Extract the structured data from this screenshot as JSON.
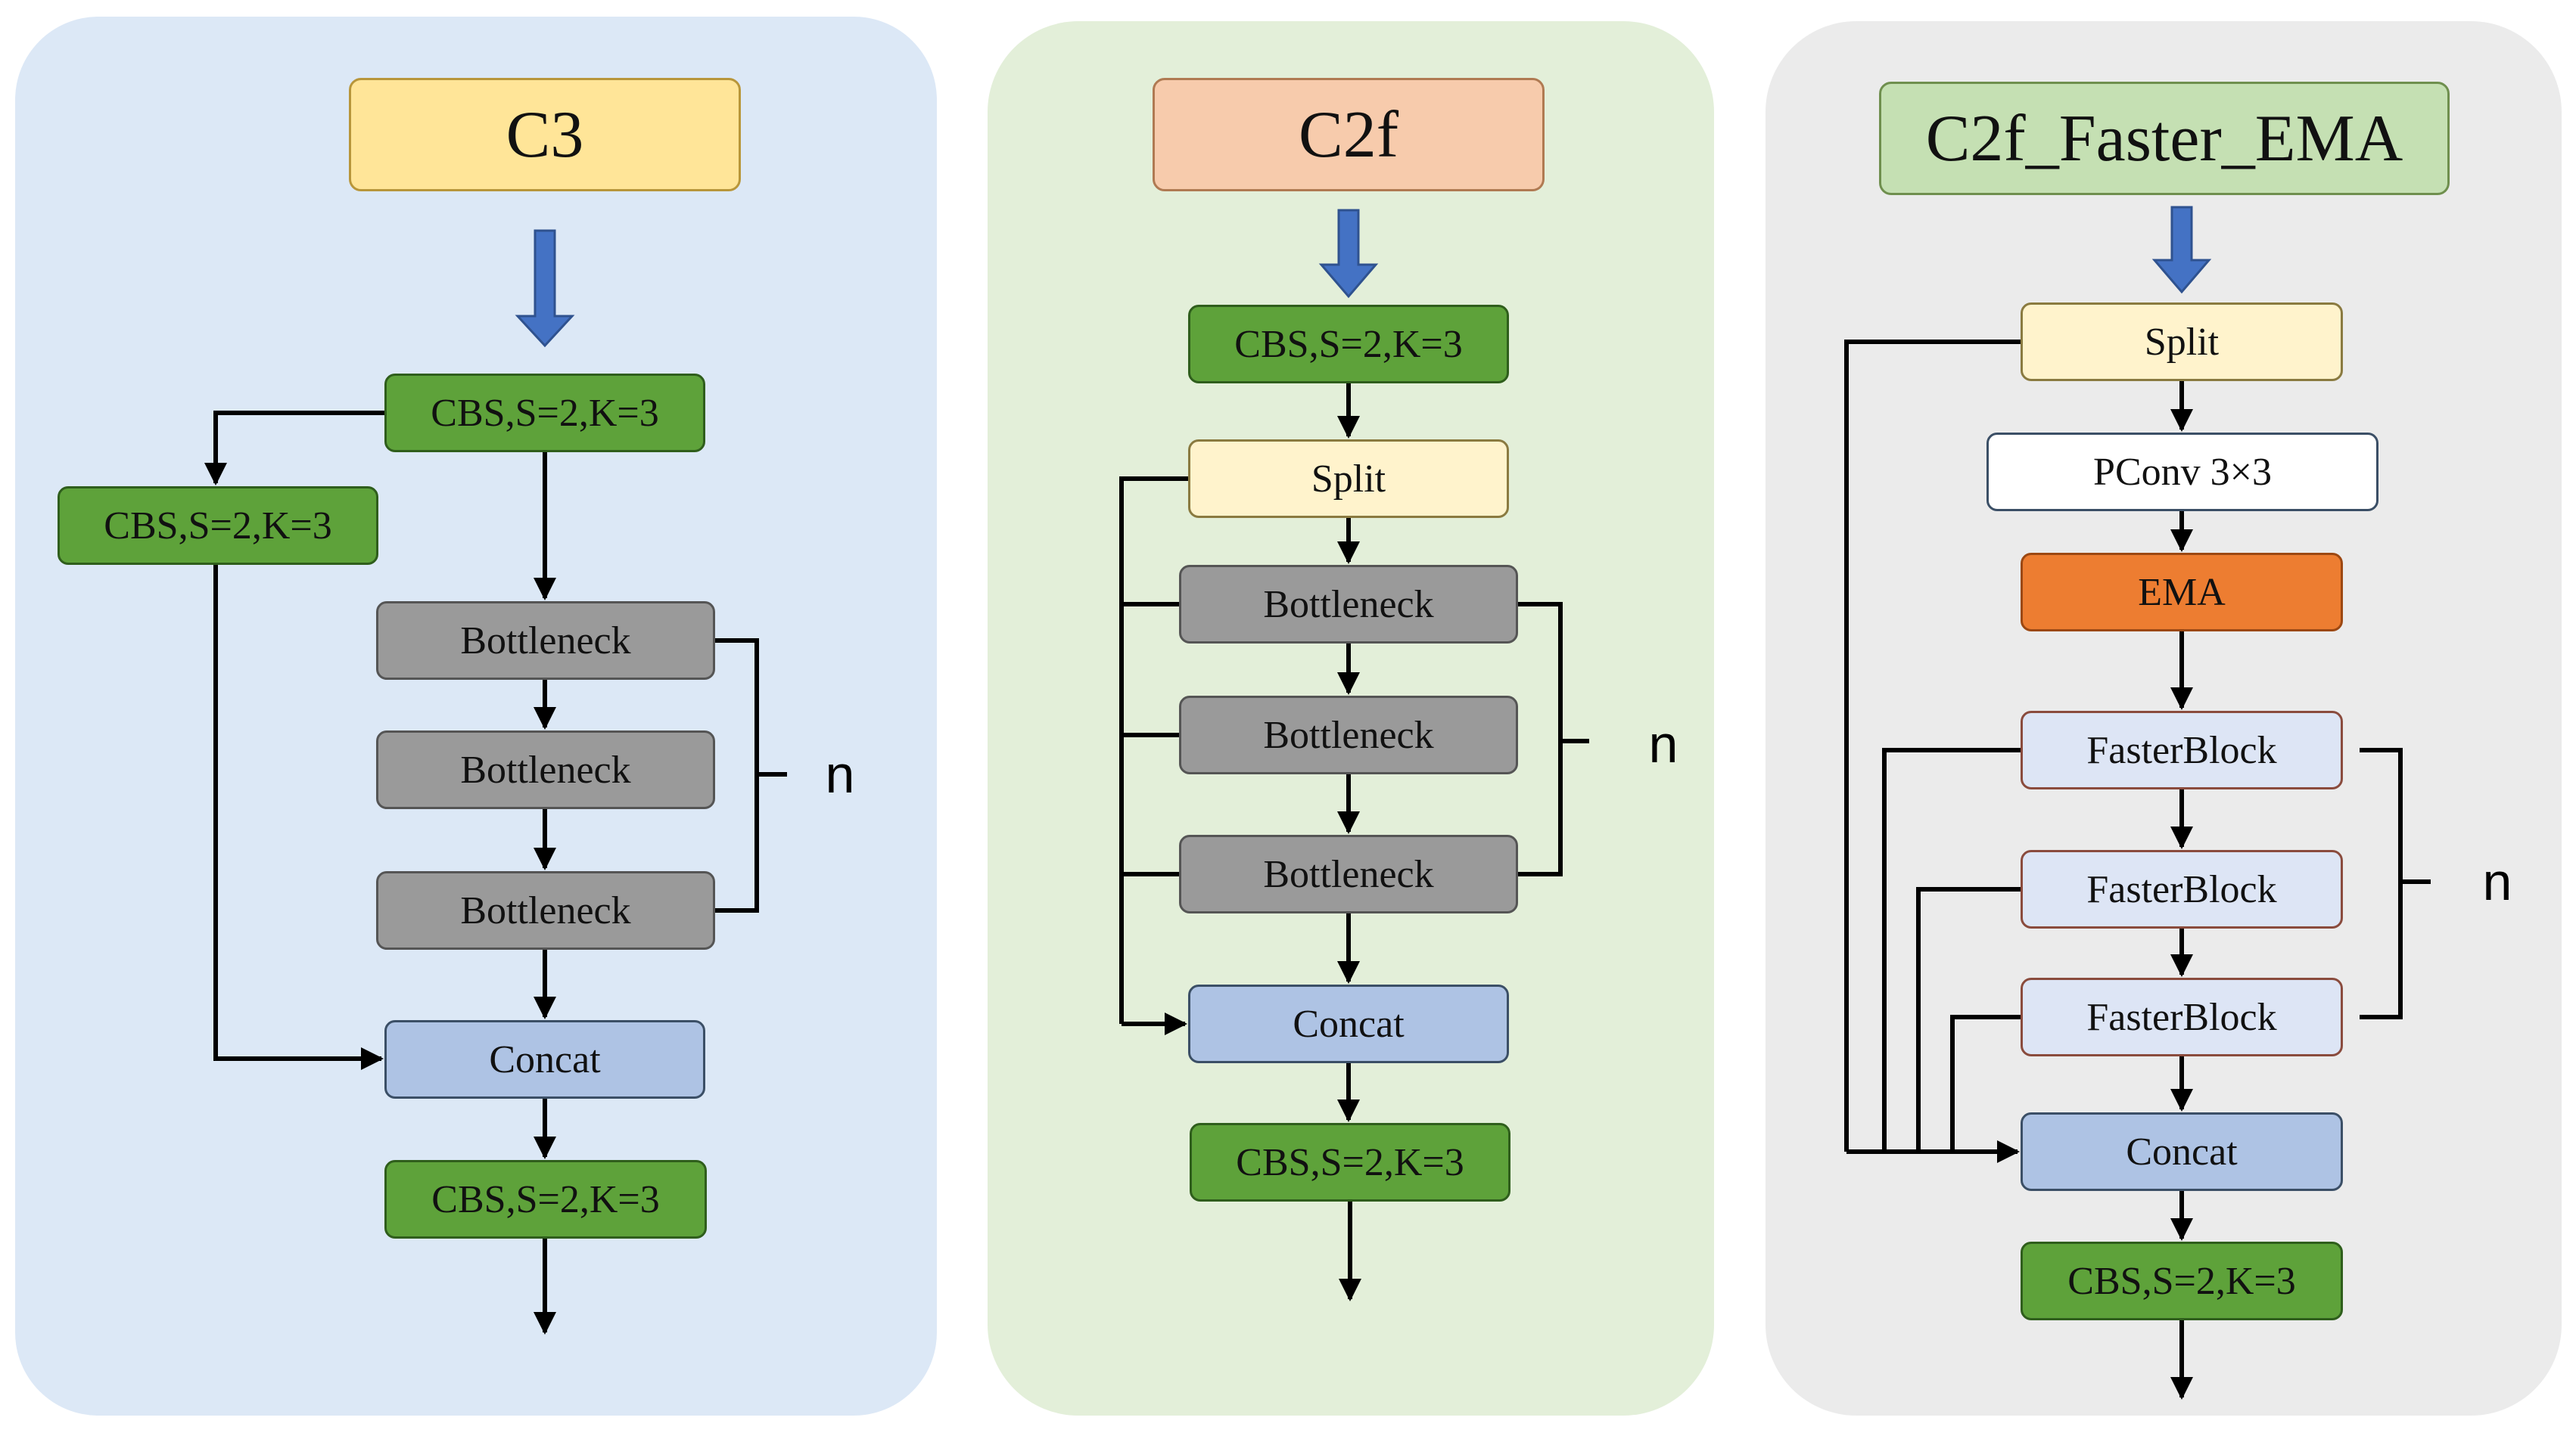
{
  "panels": [
    {
      "title": "C3",
      "colors": {
        "panel_bg": "#dce8f6",
        "title_bg": "#ffe598"
      },
      "blocks": [
        "CBS,S=2,K=3",
        "CBS,S=2,K=3",
        "Bottleneck",
        "Bottleneck",
        "Bottleneck",
        "Concat",
        "CBS,S=2,K=3"
      ],
      "n_label": "n"
    },
    {
      "title": "C2f",
      "colors": {
        "panel_bg": "#e3efd9",
        "title_bg": "#f7cbac"
      },
      "blocks": [
        "CBS,S=2,K=3",
        "Split",
        "Bottleneck",
        "Bottleneck",
        "Bottleneck",
        "Concat",
        "CBS,S=2,K=3"
      ],
      "n_label": "n"
    },
    {
      "title": "C2f_Faster_EMA",
      "colors": {
        "panel_bg": "#ebebeb",
        "title_bg": "#c5e0b3"
      },
      "blocks": [
        "Split",
        "PConv 3×3",
        "EMA",
        "FasterBlock",
        "FasterBlock",
        "FasterBlock",
        "Concat",
        "CBS,S=2,K=3"
      ],
      "n_label": "n"
    }
  ],
  "colors": {
    "cbs": "#5ea23a",
    "bottleneck": "#9a9a9a",
    "split": "#fff3cc",
    "concat": "#aec3e4",
    "fasterblock": "#dde5f5",
    "ema": "#ed7d31",
    "input_arrow": "#4472c4"
  }
}
